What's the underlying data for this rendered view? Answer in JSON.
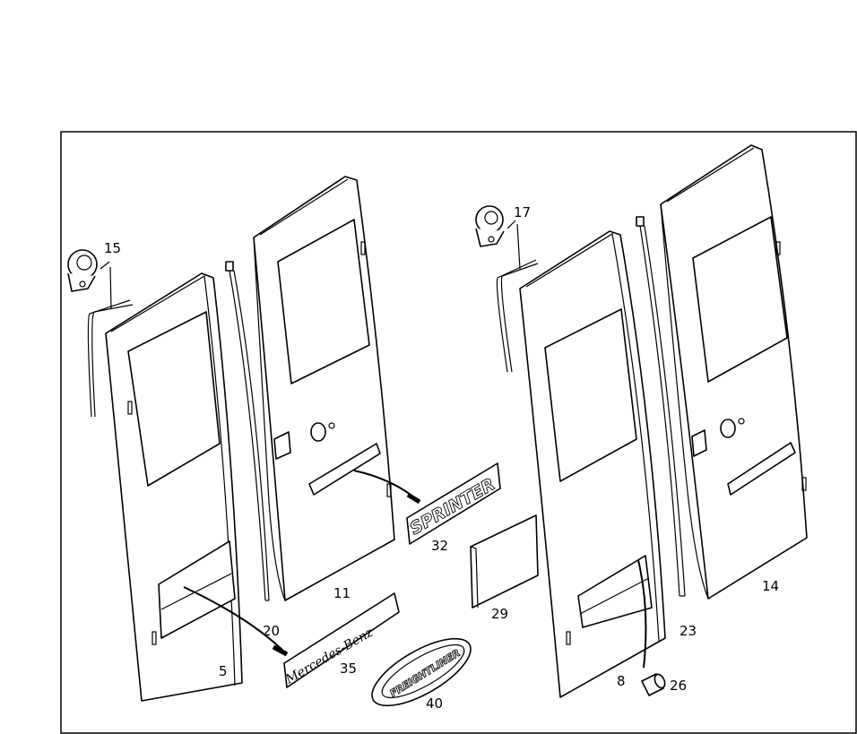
{
  "diagram": {
    "type": "exploded parts diagram - rear doors",
    "part_labels": {
      "p15": "15",
      "p5": "5",
      "p20": "20",
      "p11": "11",
      "p32": "32",
      "p35": "35",
      "p40": "40",
      "p17": "17",
      "p29": "29",
      "p8": "8",
      "p26": "26",
      "p23": "23",
      "p14": "14"
    },
    "emblems": {
      "sprinter": "SPRINTER",
      "mercedes": "Mercedes-Benz",
      "freightliner": "FREIGHTLINER"
    }
  }
}
